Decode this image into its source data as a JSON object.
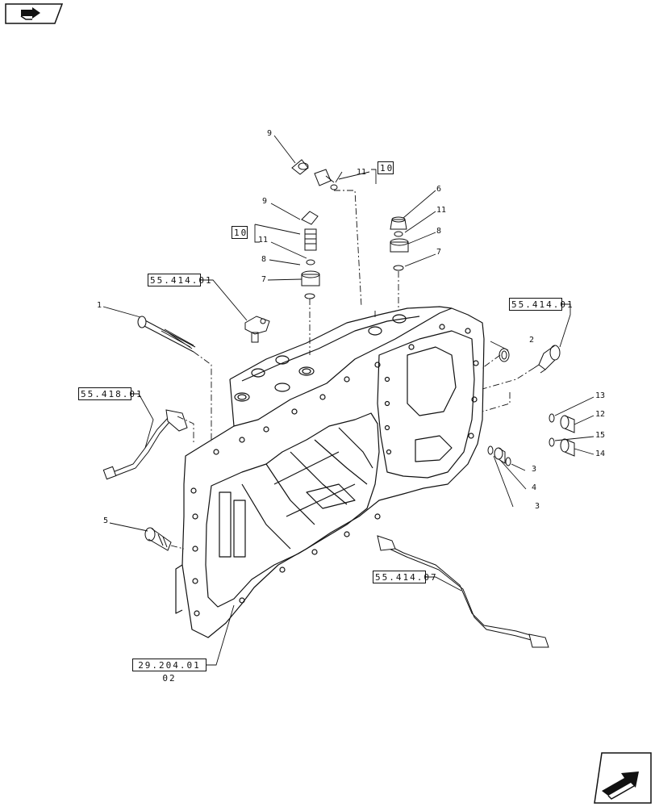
{
  "references": {
    "ref_55_414_01_left": "55.414.01",
    "ref_55_414_01_right": "55.414.01",
    "ref_55_418_01": "55.418.01",
    "ref_55_414_07": "55.414.07",
    "ref_29_204_01_02": "29.204.01 02"
  },
  "boxed_callouts": {
    "ten_top": "10",
    "ten_mid": "10"
  },
  "callouts": {
    "c1": "1",
    "c2": "2",
    "c3a": "3",
    "c3b": "3",
    "c4": "4",
    "c5": "5",
    "c6": "6",
    "c7a": "7",
    "c7b": "7",
    "c8a": "8",
    "c8b": "8",
    "c9a": "9",
    "c9b": "9",
    "c11a": "11",
    "c11b": "11",
    "c11c": "11",
    "c12": "12",
    "c13": "13",
    "c14": "14",
    "c15": "15"
  },
  "icons": {
    "corner_icon": "book-page-arrow-icon",
    "next_icon": "next-page-arrow-icon"
  }
}
